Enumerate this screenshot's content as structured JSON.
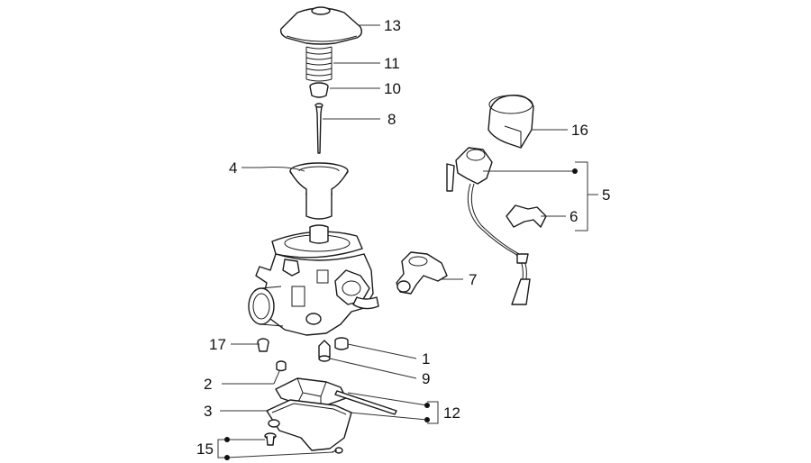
{
  "diagram": {
    "callouts": {
      "c1": "1",
      "c2": "2",
      "c3": "3",
      "c4": "4",
      "c5": "5",
      "c6": "6",
      "c7": "7",
      "c8": "8",
      "c9": "9",
      "c10": "10",
      "c11": "11",
      "c12": "12",
      "c13": "13",
      "c15": "15",
      "c16": "16",
      "c17": "17"
    }
  }
}
